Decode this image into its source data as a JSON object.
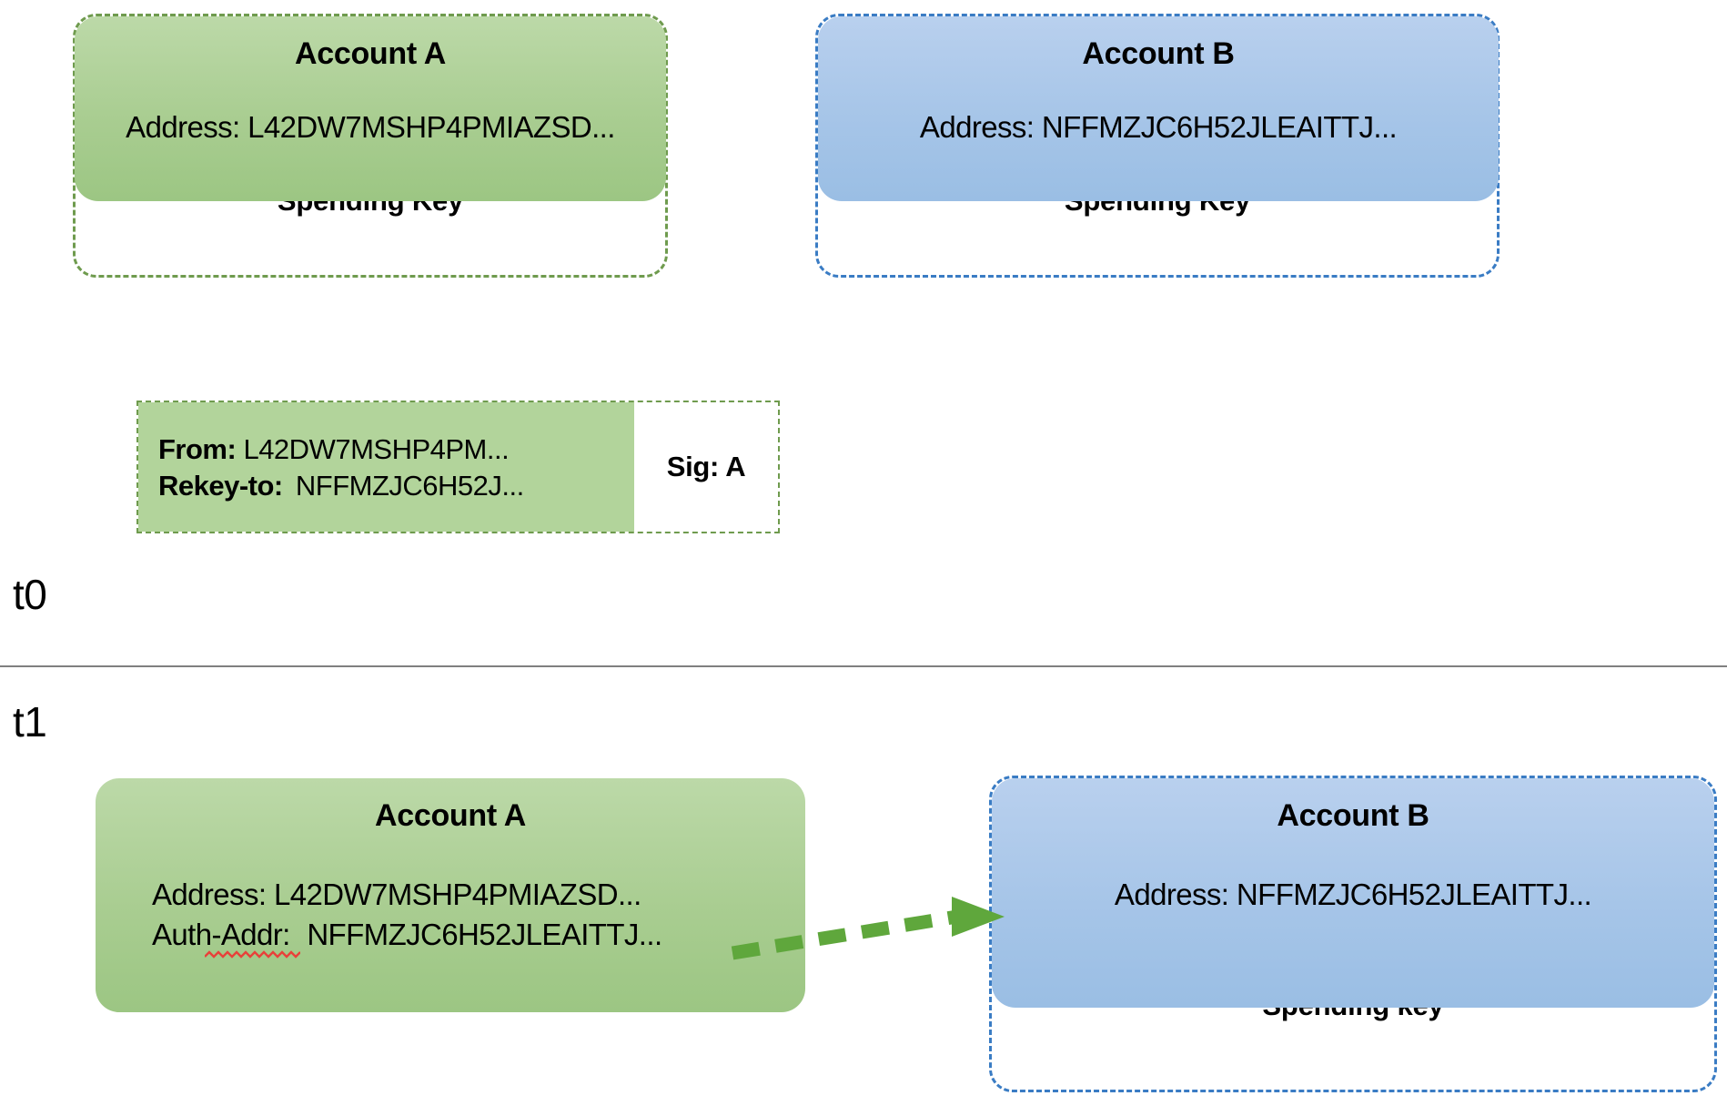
{
  "diagram": {
    "title_semantic": "algorand-rekey-account-diagram",
    "colors": {
      "green_fill": "#A9CD91",
      "green_border": "#6F9B4E",
      "blue_fill": "#A6C5E8",
      "blue_border": "#3A7CC4",
      "txn_fill": "#B2D49B",
      "arrow": "#5FA73C",
      "divider": "#808080",
      "spellcheck": "#E8413A"
    }
  },
  "t0": {
    "label": "t0",
    "account_a": {
      "title": "Account A",
      "address_line": "Address: L42DW7MSHP4PMIAZSD...",
      "spending_key_label": "Spending Key"
    },
    "account_b": {
      "title": "Account B",
      "address_line": "Address: NFFMZJC6H52JLEAITTJ...",
      "spending_key_label": "Spending Key"
    },
    "transaction": {
      "from_key": "From:",
      "from_value": "L42DW7MSHP4PM...",
      "rekey_key": "Rekey-to:",
      "rekey_value": "NFFMZJC6H52J...",
      "signature": "Sig: A"
    }
  },
  "t1": {
    "label": "t1",
    "account_a": {
      "title": "Account A",
      "address_line": "Address: L42DW7MSHP4PMIAZSD...",
      "auth_addr_key": "Auth-Addr:",
      "auth_addr_value": "NFFMZJC6H52JLEAITTJ..."
    },
    "account_b": {
      "title": "Account B",
      "address_line": "Address: NFFMZJC6H52JLEAITTJ...",
      "spending_key_label": "Spending key"
    },
    "arrow": {
      "name": "rekey-auth-arrow",
      "style": "dashed-green-right"
    }
  }
}
